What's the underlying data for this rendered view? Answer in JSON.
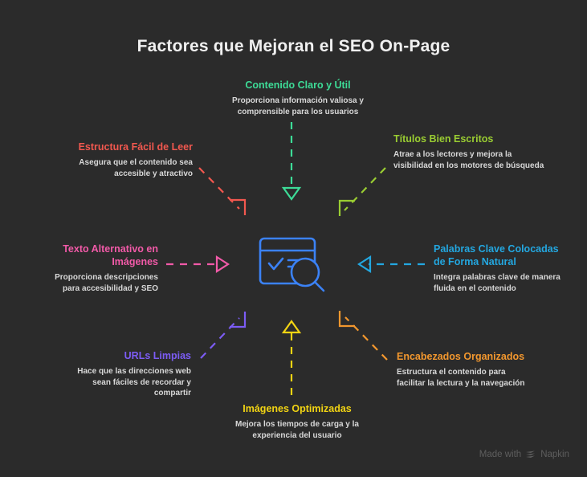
{
  "title": "Factores que Mejoran el SEO On-Page",
  "background_color": "#2b2b2b",
  "center": {
    "icon_name": "seo-window-search-icon",
    "color": "#3b82f6"
  },
  "watermark": {
    "text_before": "Made with",
    "brand": "Napkin",
    "icon_name": "napkin-logo-icon",
    "color": "#5e5e5e"
  },
  "nodes": [
    {
      "id": "contenido",
      "heading": "Contenido Claro y Útil",
      "description": "Proporciona información valiosa y comprensible para los usuarios",
      "color": "#3ddc97",
      "align": "center",
      "arrow": {
        "name": "arrow-down-green",
        "direction": "down",
        "color": "#3ddc97",
        "dashed": true
      }
    },
    {
      "id": "titulos",
      "heading": "Títulos Bien Escritos",
      "description": "Atrae a los lectores y mejora la visibilidad en los motores de búsqueda",
      "color": "#9acd32",
      "align": "left",
      "arrow": {
        "name": "arrow-down-left-yellowgreen",
        "direction": "down-left",
        "color": "#9acd32",
        "dashed": true
      }
    },
    {
      "id": "estructura",
      "heading": "Estructura Fácil de Leer",
      "description": "Asegura que el contenido sea accesible y atractivo",
      "color": "#f2584f",
      "align": "right",
      "arrow": {
        "name": "arrow-down-right-red",
        "direction": "down-right",
        "color": "#f2584f",
        "dashed": true
      }
    },
    {
      "id": "texto",
      "heading": "Texto Alternativo en Imágenes",
      "description": "Proporciona descripciones para accesibilidad y SEO",
      "color": "#f25aa8",
      "align": "right",
      "arrow": {
        "name": "arrow-right-pink",
        "direction": "right",
        "color": "#f25aa8",
        "dashed": true
      }
    },
    {
      "id": "palabras",
      "heading": "Palabras Clave Colocadas de Forma Natural",
      "description": "Integra palabras clave de manera fluida en el contenido",
      "color": "#23a7e0",
      "align": "left",
      "arrow": {
        "name": "arrow-left-cyan",
        "direction": "left",
        "color": "#23a7e0",
        "dashed": true
      }
    },
    {
      "id": "urls",
      "heading": "URLs Limpias",
      "description": "Hace que las direcciones web sean fáciles de recordar y compartir",
      "color": "#7c5cf5",
      "align": "right",
      "arrow": {
        "name": "arrow-up-right-purple",
        "direction": "up-right",
        "color": "#7c5cf5",
        "dashed": true
      }
    },
    {
      "id": "encabezados",
      "heading": "Encabezados Organizados",
      "description": "Estructura el contenido para facilitar la lectura y la navegación",
      "color": "#f2972e",
      "align": "left",
      "arrow": {
        "name": "arrow-up-left-orange",
        "direction": "up-left",
        "color": "#f2972e",
        "dashed": true
      }
    },
    {
      "id": "imagenes",
      "heading": "Imágenes Optimizadas",
      "description": "Mejora los tiempos de carga y la experiencia del usuario",
      "color": "#f2d413",
      "align": "center",
      "arrow": {
        "name": "arrow-up-yellow",
        "direction": "up",
        "color": "#f2d413",
        "dashed": true
      }
    }
  ]
}
